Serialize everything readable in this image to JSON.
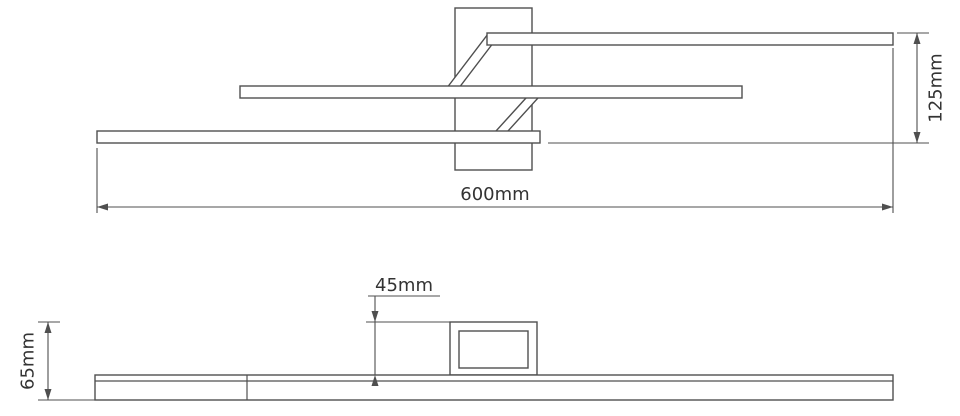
{
  "drawing": {
    "type": "technical-dimension-drawing",
    "subject": "linear ceiling light fixture, two views (plan view and front elevation)",
    "top_view": {
      "width_dim_label": "600mm",
      "depth_dim_label": "125mm"
    },
    "front_view": {
      "canopy_height_dim_label": "45mm",
      "total_height_dim_label": "65mm"
    },
    "colors": {
      "line": "#4f4f4f",
      "text": "#333333",
      "background": "#ffffff"
    }
  }
}
